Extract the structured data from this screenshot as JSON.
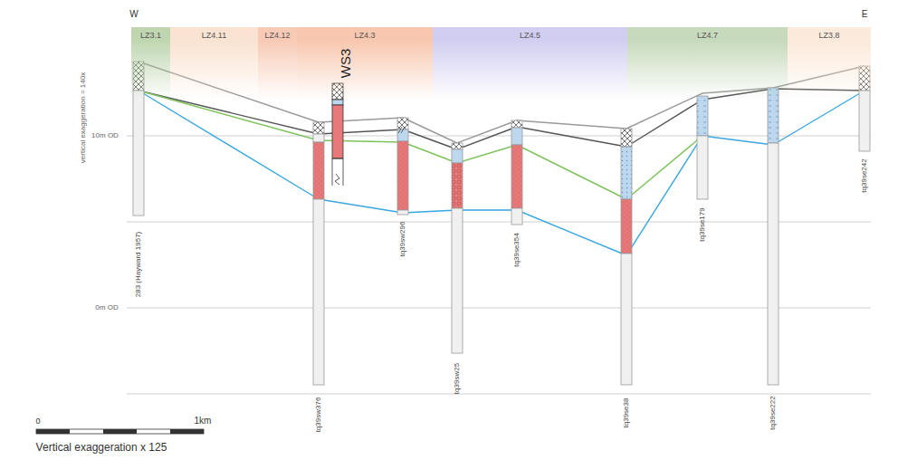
{
  "diagram": {
    "nodes": [
      {
        "text": [
          "LZ3.1"
        ]
      },
      {
        "text": [
          "LZ4.11"
        ]
      },
      {
        "text": [
          "LZ4.12"
        ]
      },
      {
        "text": [
          "LZ4.3"
        ]
      },
      {
        "text": [
          "LZ4.5"
        ]
      },
      {
        "text": [
          "LZ4.7"
        ]
      },
      {
        "text": [
          "LZ3.8"
        ]
      }
    ],
    "labels": [
      "W",
      "E",
      "WS3",
      "vertical exaggeration = 140x",
      "10m OD",
      "0m OD",
      "283 (Hayward 1957)",
      "tq39sw376",
      "tq39sw296",
      "tq39sw25",
      "tq39se354",
      "tq39se38",
      "tq39se179",
      "tq39se222",
      "tq39se242",
      "0",
      "1km",
      "Vertical exaggeration x 125"
    ]
  }
}
